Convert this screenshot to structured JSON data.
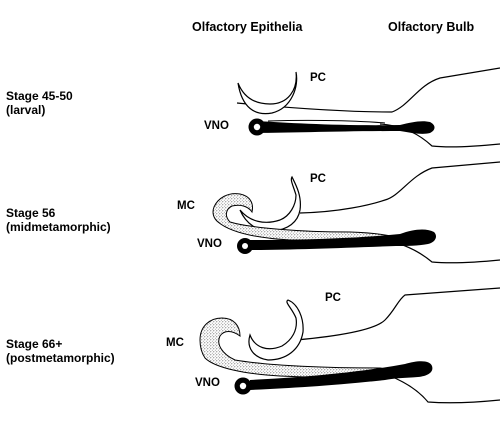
{
  "columns": {
    "epithelia": "Olfactory Epithelia",
    "bulb": "Olfactory Bulb"
  },
  "stages": [
    {
      "line1": "Stage 45-50",
      "line2": "(larval)",
      "labels": {
        "pc": "PC",
        "vno": "VNO"
      }
    },
    {
      "line1": "Stage 56",
      "line2": "(midmetamorphic)",
      "labels": {
        "pc": "PC",
        "mc": "MC",
        "vno": "VNO"
      }
    },
    {
      "line1": "Stage 66+",
      "line2": "(postmetamorphic)",
      "labels": {
        "pc": "PC",
        "mc": "MC",
        "vno": "VNO"
      }
    }
  ]
}
